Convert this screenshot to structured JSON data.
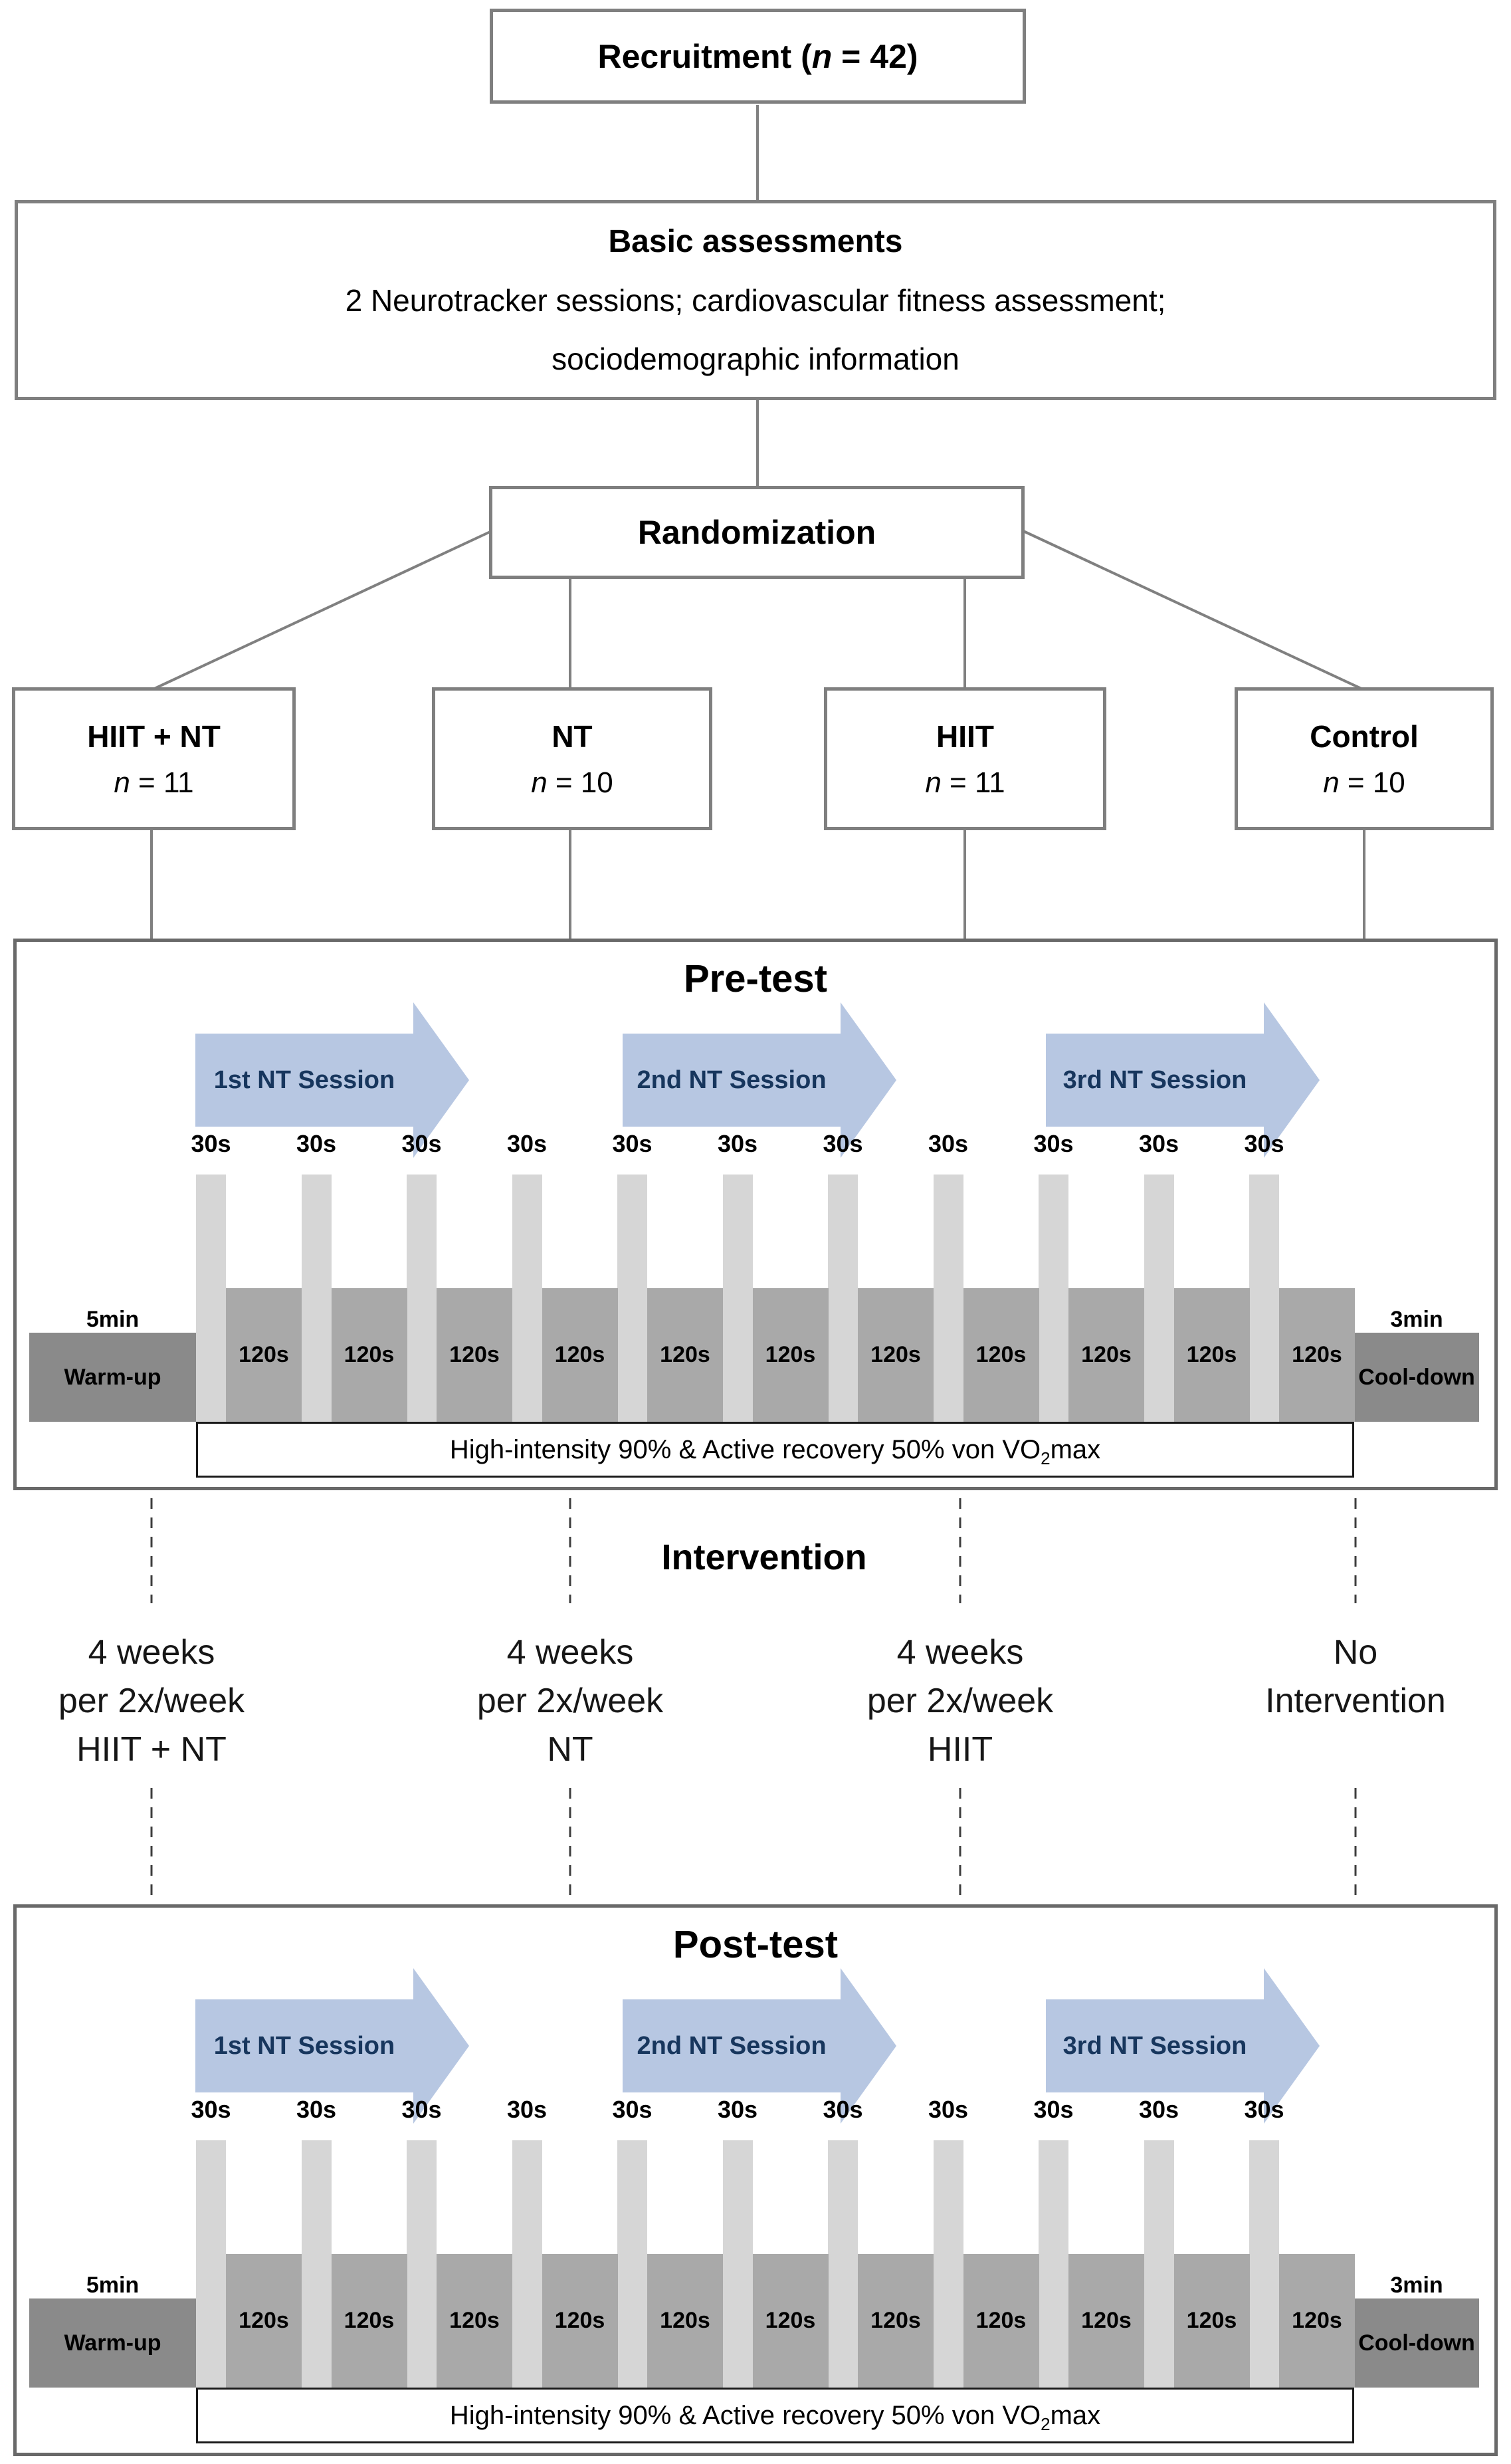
{
  "flow": {
    "recruitment": {
      "prefix": "Recruitment (",
      "n": "n",
      "suffix": " = 42)"
    },
    "basic": {
      "heading": "Basic assessments",
      "line1": "2 Neurotracker sessions; cardiovascular fitness assessment;",
      "line2": "sociodemographic information"
    },
    "randomization": {
      "label": "Randomization"
    },
    "groups": [
      {
        "name": "HIIT + NT",
        "n_italic": "n",
        "n_value": " = 11"
      },
      {
        "name": "NT",
        "n_italic": "n",
        "n_value": " = 10"
      },
      {
        "name": "HIIT",
        "n_italic": "n",
        "n_value": " = 11"
      },
      {
        "name": "Control",
        "n_italic": "n",
        "n_value": " = 10"
      }
    ]
  },
  "tests": {
    "sections": [
      {
        "title": "Pre-test"
      },
      {
        "title": "Post-test"
      }
    ],
    "arrows": [
      "1st NT Session",
      "2nd NT Session",
      "3rd NT Session"
    ],
    "sprint_labels": [
      "30s",
      "30s",
      "30s",
      "30s",
      "30s",
      "30s",
      "30s",
      "30s",
      "30s",
      "30s",
      "30s"
    ],
    "interval_labels": [
      "120s",
      "120s",
      "120s",
      "120s",
      "120s",
      "120s",
      "120s",
      "120s",
      "120s",
      "120s",
      "120s"
    ],
    "warmup": {
      "duration": "5min",
      "label": "Warm-up"
    },
    "cooldown": {
      "duration": "3min",
      "label": "Cool-down"
    },
    "caption": {
      "prefix": "High-intensity 90% & Active recovery 50% von VO",
      "sub": "2",
      "suffix": "max"
    }
  },
  "intervention": {
    "title": "Intervention",
    "columns": [
      {
        "lines": [
          "4 weeks",
          "per 2x/week",
          "HIIT + NT"
        ]
      },
      {
        "lines": [
          "4 weeks",
          "per 2x/week",
          "NT"
        ]
      },
      {
        "lines": [
          "4 weeks",
          "per 2x/week",
          "HIIT"
        ]
      },
      {
        "lines": [
          "No",
          "Intervention"
        ]
      }
    ]
  },
  "colors": {
    "arrow_fill": "#b7c7e2",
    "arrow_text": "#17365d",
    "sprint_bar": "#d6d6d6",
    "interval_block": "#a9a9a9",
    "endcap_block": "#8a8a8a",
    "box_border": "#7f7f7f",
    "section_border": "#696969",
    "connector": "#808080",
    "dashed": "#3d3d3d"
  }
}
